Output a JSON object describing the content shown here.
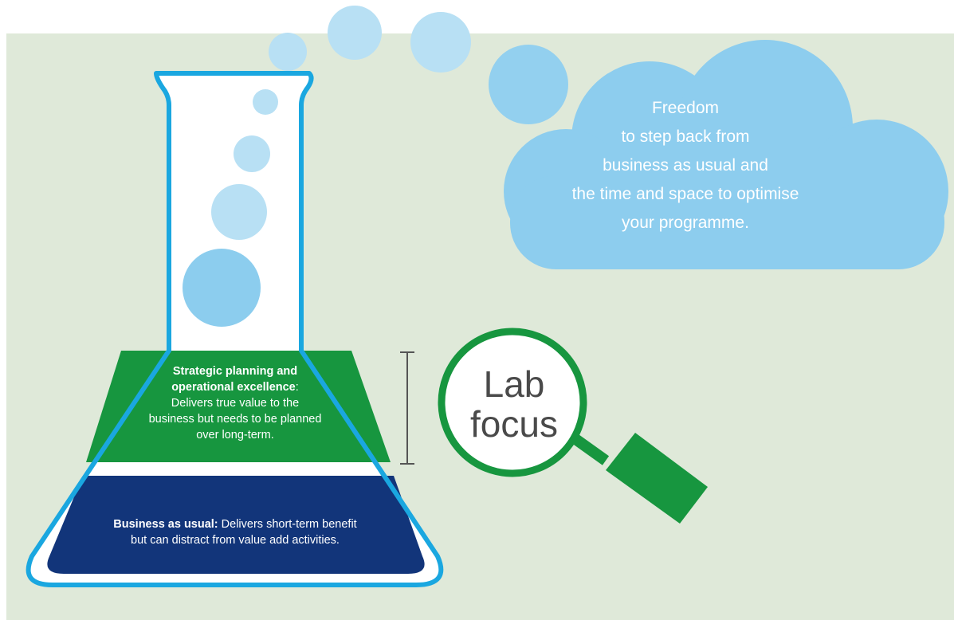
{
  "cloud": {
    "lines": [
      "Freedom",
      "to step back from",
      "business as usual and",
      "the time and space to optimise",
      "your programme."
    ]
  },
  "flask": {
    "strategic": {
      "title_line1": "Strategic planning and",
      "title_line2": "operational excellence",
      "title_colon": ":",
      "body_line1": "Delivers true value to the",
      "body_line2": "business but needs to be planned",
      "body_line3": "over long-term."
    },
    "bau": {
      "title": "Business as usual:",
      "body_line1": " Delivers short-term benefit",
      "body_line2": "but can distract from value add activities."
    }
  },
  "magnifier": {
    "line1": "Lab",
    "line2": "focus"
  },
  "colors": {
    "background_panel": "#dfe9d9",
    "flask_outline": "#1aa7e0",
    "strategic_fill": "#17963f",
    "bau_fill": "#12357a",
    "bubble_fill": "#8ccdee",
    "bubble_light": "#b8e0f4",
    "cloud_fill": "#8dcdee",
    "magnifier_green": "#17963f"
  }
}
